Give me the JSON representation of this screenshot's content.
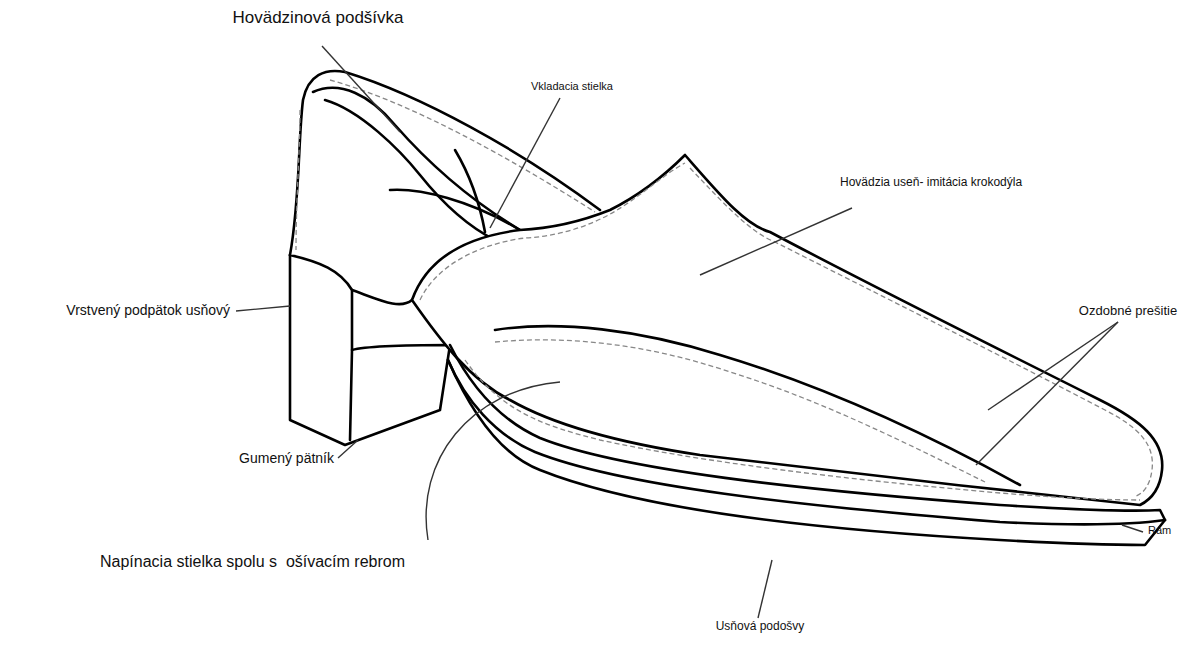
{
  "diagram": {
    "labels": [
      "Hovädzinová podšívka",
      "Vkladacia stielka",
      "Hovädzia useň- imitácia krokodýla",
      "Vrstvený podpätok usňový",
      "Ozdobné prešitie",
      "Gumený pätník",
      "Napínacia stielka spolu s  ošívacím rebrom",
      "Rám",
      "Usňová podošvy"
    ]
  }
}
